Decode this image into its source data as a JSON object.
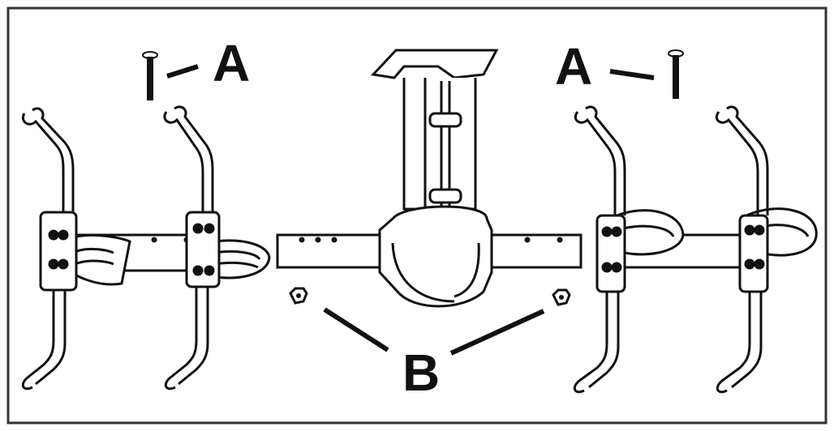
{
  "diagram": {
    "labels": {
      "a_left": "A",
      "a_right": "A",
      "b": "B"
    },
    "parts": {
      "bolt_icon": "bolt-icon",
      "nut_icon": "nut-icon",
      "tine_assembly": "tine-assembly",
      "gearbox": "gearbox"
    },
    "colors": {
      "line": "#111111",
      "background": "#ffffff",
      "border": "#333333"
    }
  }
}
